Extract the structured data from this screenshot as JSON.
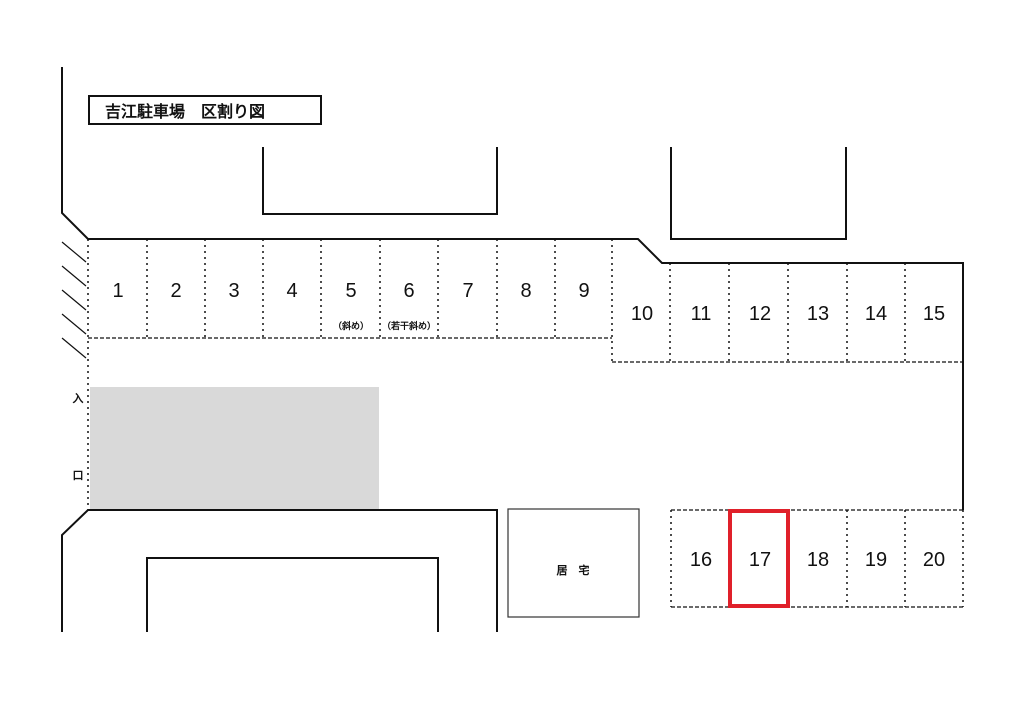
{
  "title": "吉江駐車場　区割り図",
  "entrance": {
    "char1": "入",
    "char2": "口"
  },
  "house_label": "居　宅",
  "highlight_color": "#e0202a",
  "spots": {
    "s1": "1",
    "s2": "2",
    "s3": "3",
    "s4": "4",
    "s5": "5",
    "s6": "6",
    "s7": "7",
    "s8": "8",
    "s9": "9",
    "s10": "10",
    "s11": "11",
    "s12": "12",
    "s13": "13",
    "s14": "14",
    "s15": "15",
    "s16": "16",
    "s17": "17",
    "s18": "18",
    "s19": "19",
    "s20": "20"
  },
  "notes": {
    "s5": "（斜め）",
    "s6": "（若干斜め）"
  },
  "highlighted_spot": "17"
}
